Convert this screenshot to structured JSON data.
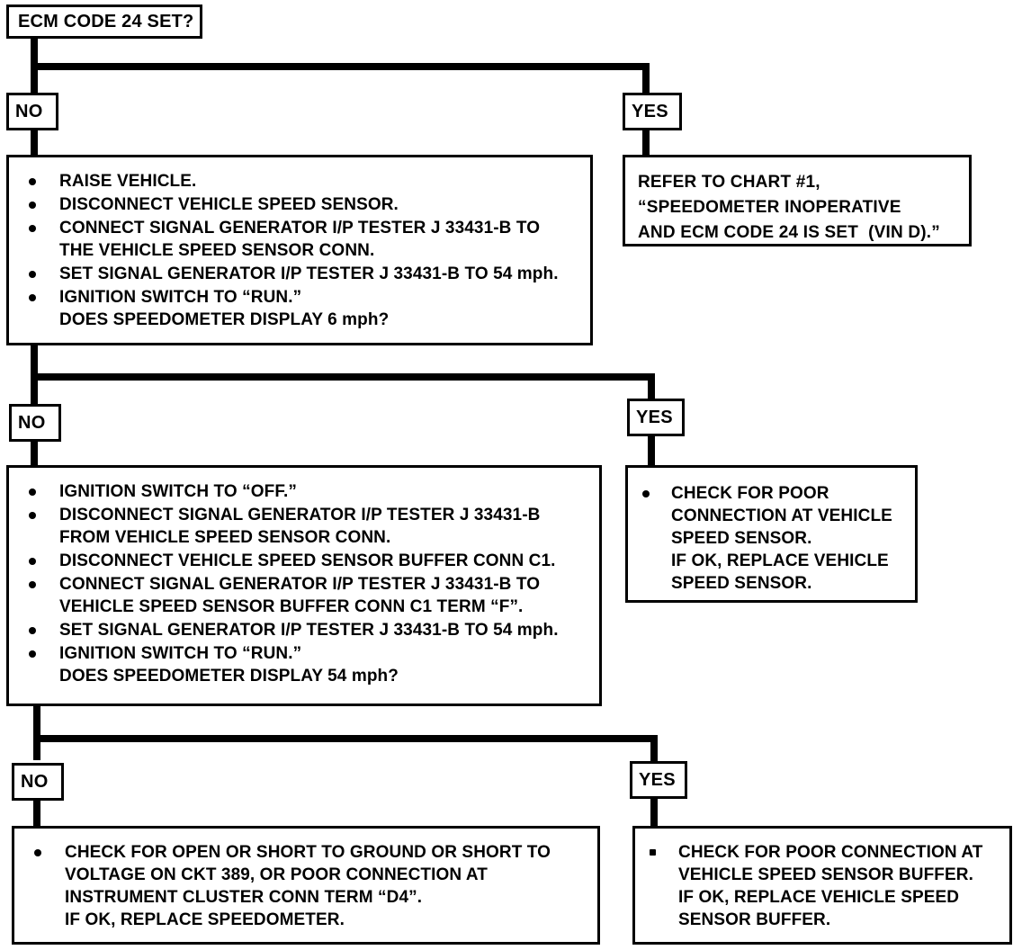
{
  "chart_title": "ECM CODE 24 SET?",
  "nodes": {
    "root_question": {
      "label": "ECM CODE 24 SET?"
    },
    "branch_labels": {
      "no": "NO",
      "yes": "YES"
    },
    "step1_left": {
      "items": [
        {
          "bullet": true,
          "lines": [
            "RAISE VEHICLE."
          ]
        },
        {
          "bullet": true,
          "lines": [
            "DISCONNECT VEHICLE SPEED SENSOR."
          ]
        },
        {
          "bullet": true,
          "lines": [
            "CONNECT SIGNAL GENERATOR I/P TESTER J 33431-B TO",
            "THE VEHICLE SPEED SENSOR CONN."
          ]
        },
        {
          "bullet": true,
          "lines": [
            "SET SIGNAL GENERATOR I/P TESTER J 33431-B TO 54 mph."
          ]
        },
        {
          "bullet": true,
          "lines": [
            "IGNITION SWITCH TO “RUN.”",
            "DOES SPEEDOMETER DISPLAY 6 mph?"
          ]
        }
      ]
    },
    "step1_right": {
      "lines": [
        "REFER TO CHART #1,",
        "“SPEEDOMETER INOPERATIVE",
        "AND ECM CODE 24 IS SET  (VIN D).”"
      ]
    },
    "step2_left": {
      "items": [
        {
          "bullet": true,
          "lines": [
            "IGNITION SWITCH TO “OFF.”"
          ]
        },
        {
          "bullet": true,
          "lines": [
            "DISCONNECT SIGNAL GENERATOR I/P TESTER J 33431-B",
            "FROM VEHICLE SPEED SENSOR CONN."
          ]
        },
        {
          "bullet": true,
          "lines": [
            "DISCONNECT VEHICLE SPEED SENSOR BUFFER CONN C1."
          ]
        },
        {
          "bullet": true,
          "lines": [
            "CONNECT SIGNAL GENERATOR I/P TESTER J 33431-B TO",
            "VEHICLE SPEED SENSOR BUFFER CONN C1 TERM “F”."
          ]
        },
        {
          "bullet": true,
          "lines": [
            "SET SIGNAL GENERATOR I/P TESTER J 33431-B TO 54 mph."
          ]
        },
        {
          "bullet": true,
          "lines": [
            "IGNITION SWITCH TO “RUN.”",
            "DOES SPEEDOMETER DISPLAY 54 mph?"
          ]
        }
      ]
    },
    "step2_right": {
      "items": [
        {
          "bullet": true,
          "lines": [
            "CHECK FOR POOR",
            "CONNECTION AT VEHICLE",
            "SPEED SENSOR.",
            "IF OK, REPLACE VEHICLE",
            "SPEED SENSOR."
          ]
        }
      ]
    },
    "step3_left": {
      "items": [
        {
          "bullet": true,
          "lines": [
            "CHECK FOR OPEN OR SHORT TO GROUND OR SHORT TO",
            "VOLTAGE ON CKT 389, OR POOR CONNECTION AT",
            "INSTRUMENT CLUSTER CONN TERM “D4”.",
            "IF OK, REPLACE SPEEDOMETER."
          ]
        }
      ]
    },
    "step3_right": {
      "items": [
        {
          "bullet": true,
          "lines": [
            "CHECK FOR POOR CONNECTION AT",
            "VEHICLE SPEED SENSOR BUFFER.",
            "IF OK, REPLACE VEHICLE SPEED",
            "SENSOR BUFFER."
          ]
        }
      ]
    }
  },
  "branches": {
    "row1_no": "NO",
    "row1_yes": "YES",
    "row2_no": "NO",
    "row2_yes": "YES",
    "row3_no": "NO",
    "row3_yes": "YES"
  },
  "colors": {
    "ink": "#000000",
    "paper": "#ffffff"
  }
}
